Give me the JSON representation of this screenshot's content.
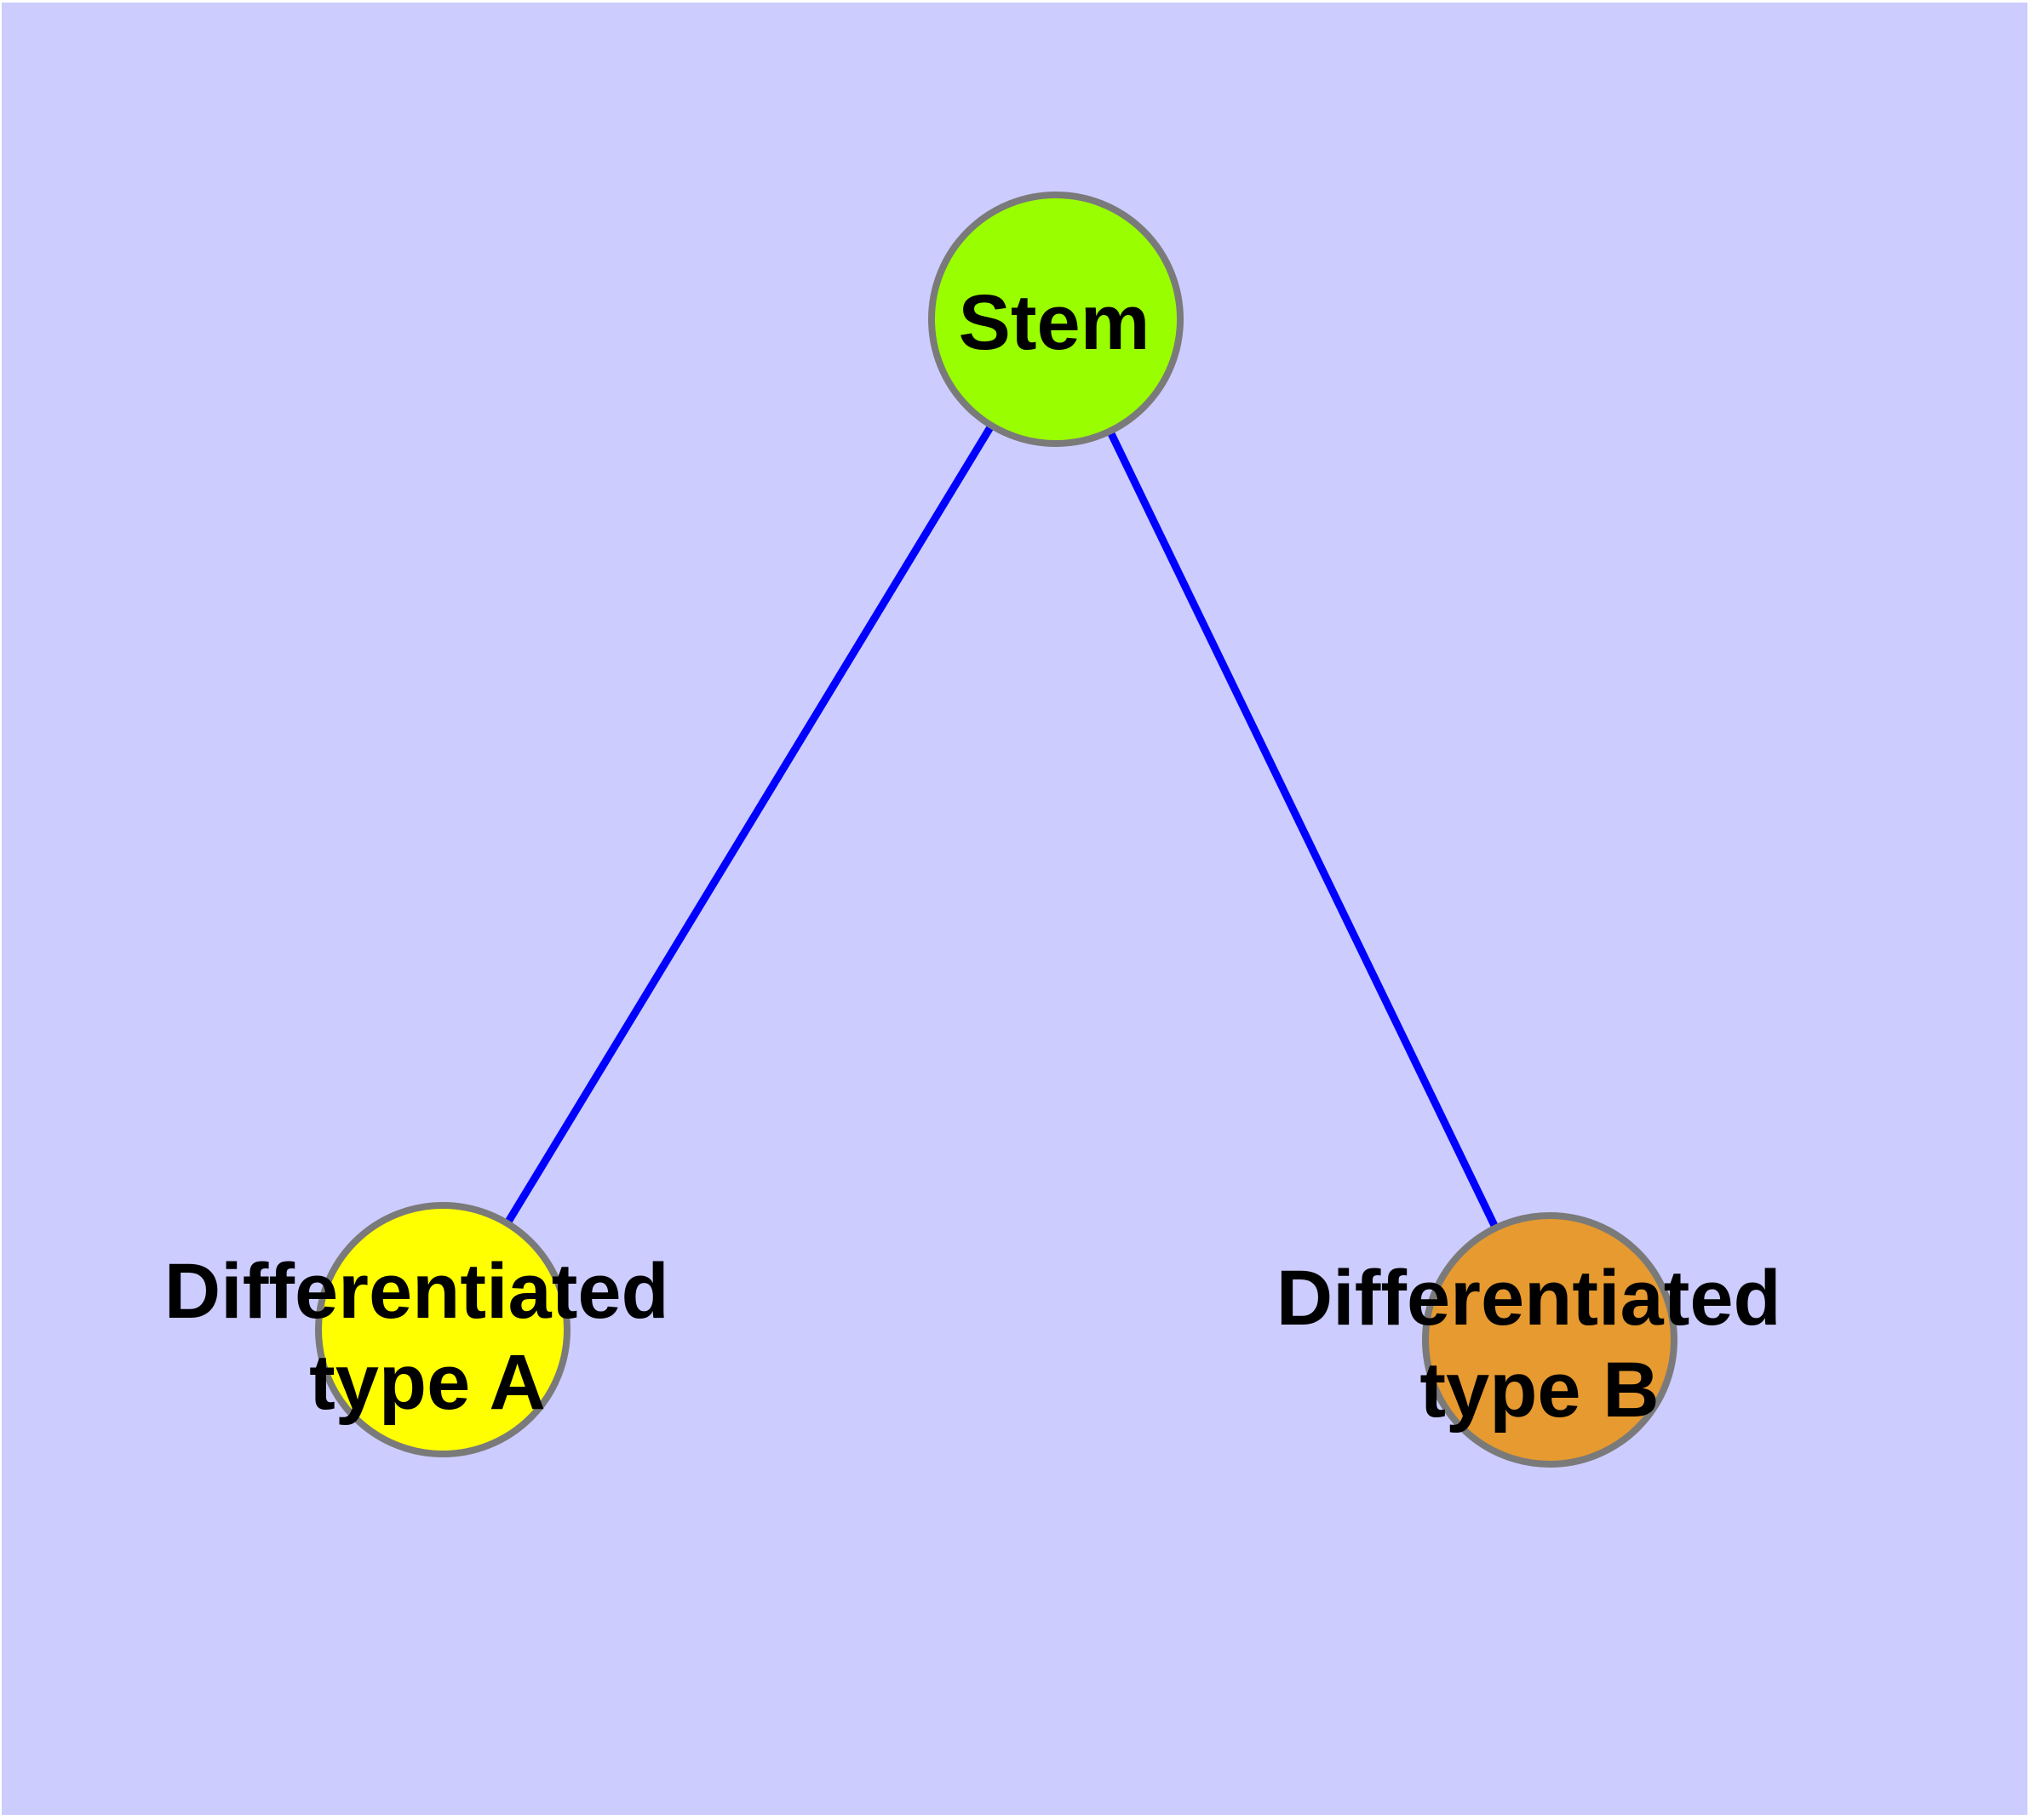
{
  "diagram": {
    "type": "node-link-graph",
    "canvas_color": "#ffffff",
    "plot_background_color": "#ccccff",
    "edge_color": "#0000ff",
    "node_border_color": "#7a7a7a",
    "label_color": "#000000",
    "nodes": [
      {
        "id": "stem",
        "label": "Stem",
        "label_lines": [
          "Stem"
        ],
        "fill": "#99ff00"
      },
      {
        "id": "differentiated-type-a",
        "label": "Differentiated type A",
        "label_lines": [
          "Differentiated",
          "type A"
        ],
        "fill": "#ffff00"
      },
      {
        "id": "differentiated-type-b",
        "label": "Differentiated type B",
        "label_lines": [
          "Differentiated",
          "type B"
        ],
        "fill": "#e69a30"
      }
    ],
    "edges": [
      {
        "from": "stem",
        "to": "differentiated-type-a"
      },
      {
        "from": "stem",
        "to": "differentiated-type-b"
      }
    ]
  }
}
